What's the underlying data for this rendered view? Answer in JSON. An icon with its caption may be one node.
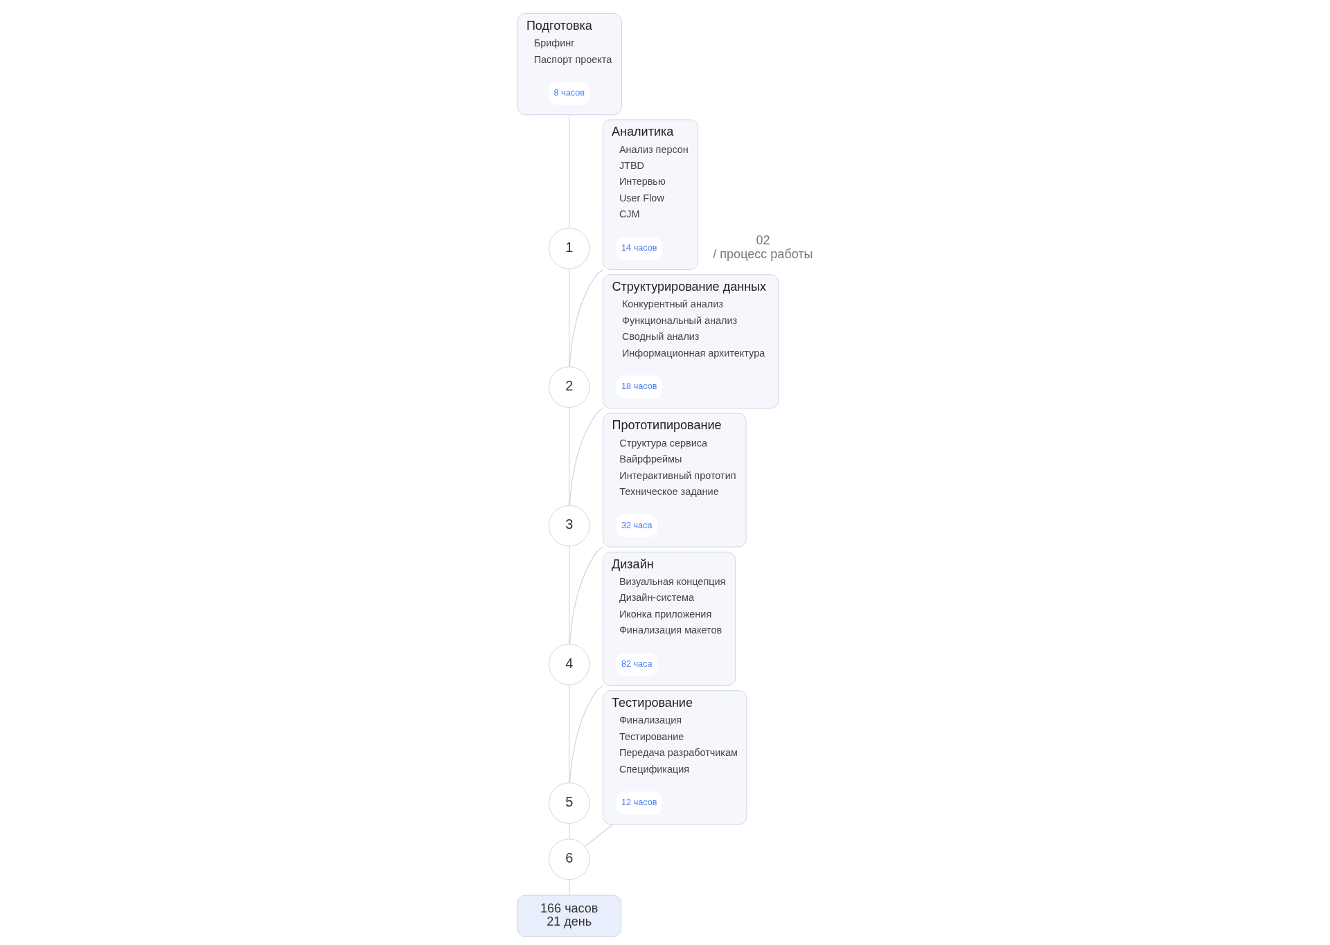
{
  "diagram": {
    "nodes": [
      {
        "text": [
          "Подготовка",
          "Брифинг",
          "Паспорт проекта"
        ]
      },
      {
        "text": [
          "8 часов"
        ],
        "in": 0
      },
      {
        "text": [
          "1"
        ]
      },
      {
        "text": [
          "Аналитика",
          "Анализ персон",
          "JTBD",
          "Интервью",
          "User Flow",
          "CJM"
        ]
      },
      {
        "text": [
          "14 часов"
        ],
        "in": 3
      },
      {
        "text": [
          "2"
        ]
      },
      {
        "text": [
          "Структурирование данных",
          "Конкурентный анализ",
          "Функциональный анализ",
          "Сводный анализ",
          "Информационная архитектура"
        ]
      },
      {
        "text": [
          "18 часов"
        ],
        "in": 6
      },
      {
        "text": [
          "3"
        ]
      },
      {
        "text": [
          "Прототипирование",
          "Структура сервиса",
          "Вайрфреймы",
          "Интерактивный прототип",
          "Техническое задание"
        ]
      },
      {
        "text": [
          "32 часа"
        ],
        "in": 9
      },
      {
        "text": [
          "4"
        ]
      },
      {
        "text": [
          "Дизайн",
          "Визуальная концепция",
          "Дизайн-система",
          "Иконка приложения",
          "Финализация макетов"
        ]
      },
      {
        "text": [
          "82 часа"
        ],
        "in": 12
      },
      {
        "text": [
          "5"
        ]
      },
      {
        "text": [
          "Тестирование",
          "Финализация",
          "Тестирование",
          "Передача разработчикам",
          "Спецификация"
        ]
      },
      {
        "text": [
          "12 часов"
        ],
        "in": 15
      },
      {
        "text": [
          "6"
        ]
      },
      {
        "text": [
          "166 часов",
          "21 день"
        ]
      }
    ],
    "edges": [
      {
        "from": 0,
        "to": 2,
        "arrow": "none"
      },
      {
        "from": 2,
        "to": 5,
        "arrow": "none"
      },
      {
        "from": 3,
        "to": 5,
        "arrow": "none"
      },
      {
        "from": 5,
        "to": 8,
        "arrow": "none"
      },
      {
        "from": 6,
        "to": 8,
        "arrow": "none"
      },
      {
        "from": 8,
        "to": 11,
        "arrow": "none"
      },
      {
        "from": 9,
        "to": 11,
        "arrow": "none"
      },
      {
        "from": 11,
        "to": 14,
        "arrow": "none"
      },
      {
        "from": 12,
        "to": 14,
        "arrow": "none"
      },
      {
        "from": 14,
        "to": 17,
        "arrow": "none"
      },
      {
        "from": 15,
        "to": 17,
        "arrow": "none"
      },
      {
        "from": 17,
        "to": 18,
        "arrow": "none"
      }
    ],
    "labels": [
      "02",
      "/ процесс работы"
    ]
  }
}
